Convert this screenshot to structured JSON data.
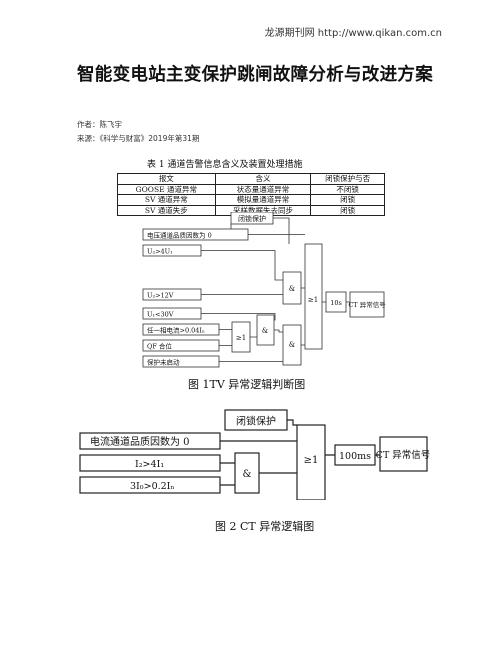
{
  "header": {
    "source": "龙源期刊网 http://www.qikan.com.cn"
  },
  "article": {
    "title": "智能变电站主变保护跳闸故障分析与改进方案",
    "author": "作者：陈飞宇",
    "source": "来源：《科学与财富》2019年第31期"
  },
  "table1": {
    "caption": "表 1 通道告警信息含义及装置处理措施",
    "headers": [
      "报文",
      "含义",
      "闭锁保护与否"
    ],
    "rows": [
      [
        "GOOSE 通道异常",
        "状态量通道异常",
        "不闭锁"
      ],
      [
        "SV 通道异常",
        "模拟量通道异常",
        "闭锁"
      ],
      [
        "SV 通道失步",
        "采样数据失去同步",
        "闭锁"
      ]
    ]
  },
  "figure1": {
    "caption": "图 1TV 异常逻辑判断图",
    "blocks": {
      "block": "闭锁保护",
      "in1": "电压通道品质因数为 0",
      "in2": "U₂>4U₁",
      "in3": "U₂>12V",
      "in4": "U₁<30V",
      "in5": "任一相电流>0.04Iₙ",
      "in6": "QF 合位",
      "in7": "保护未启动",
      "and": "&",
      "or": "≥1",
      "delay": "10s",
      "out": "CT 异常信号"
    }
  },
  "figure2": {
    "caption": "图 2 CT 异常逻辑图",
    "blocks": {
      "block": "闭锁保护",
      "in1": "电流通道品质因数为 0",
      "in2": "I₂>4I₁",
      "in3": "3I₀>0.2Iₙ",
      "and": "&",
      "or": "≥1",
      "delay": "100ms",
      "out": "CT 异常信号"
    }
  }
}
